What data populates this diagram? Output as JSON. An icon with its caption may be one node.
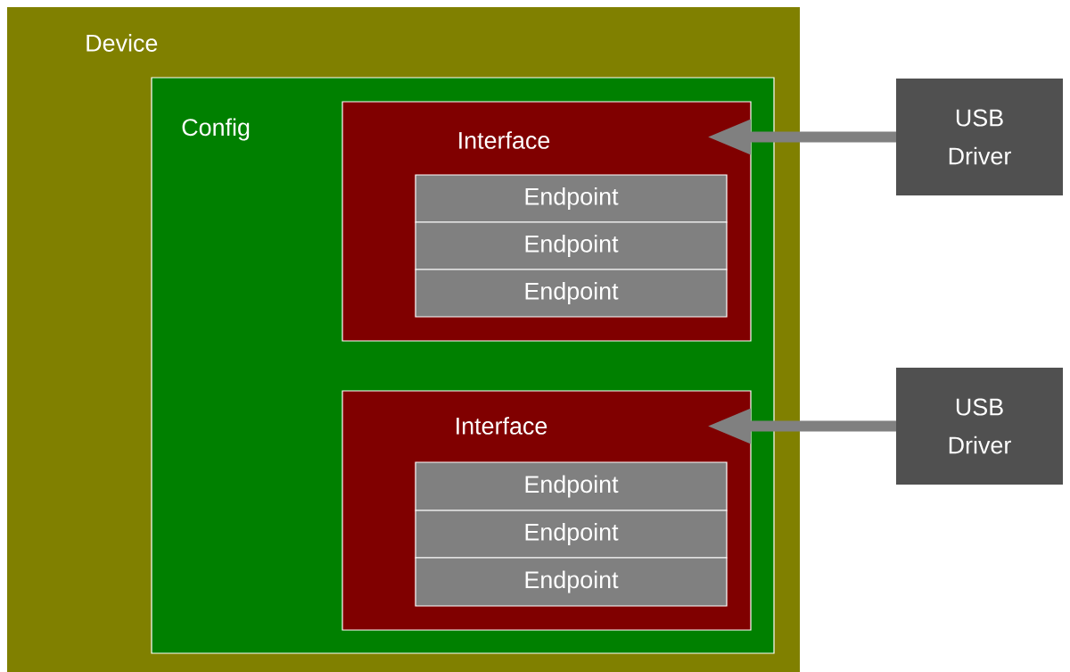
{
  "diagram": {
    "nodes": [
      {
        "text": [
          "Device"
        ]
      },
      {
        "text": [
          "Config"
        ],
        "in": 0
      },
      {
        "text": [
          "Interface"
        ],
        "in": 1
      },
      {
        "text": [
          "Endpoint"
        ],
        "in": 2
      },
      {
        "text": [
          "Endpoint"
        ],
        "in": 2
      },
      {
        "text": [
          "Endpoint"
        ],
        "in": 2
      },
      {
        "text": [
          "Interface"
        ],
        "in": 1
      },
      {
        "text": [
          "Endpoint"
        ],
        "in": 6
      },
      {
        "text": [
          "Endpoint"
        ],
        "in": 6
      },
      {
        "text": [
          "Endpoint"
        ],
        "in": 6
      },
      {
        "text": [
          "USB Driver"
        ]
      },
      {
        "text": [
          "USB Driver"
        ]
      }
    ],
    "edges": [
      {
        "from": 10,
        "to": 2,
        "arrow": "to"
      },
      {
        "from": 11,
        "to": 6,
        "arrow": "to"
      }
    ]
  }
}
